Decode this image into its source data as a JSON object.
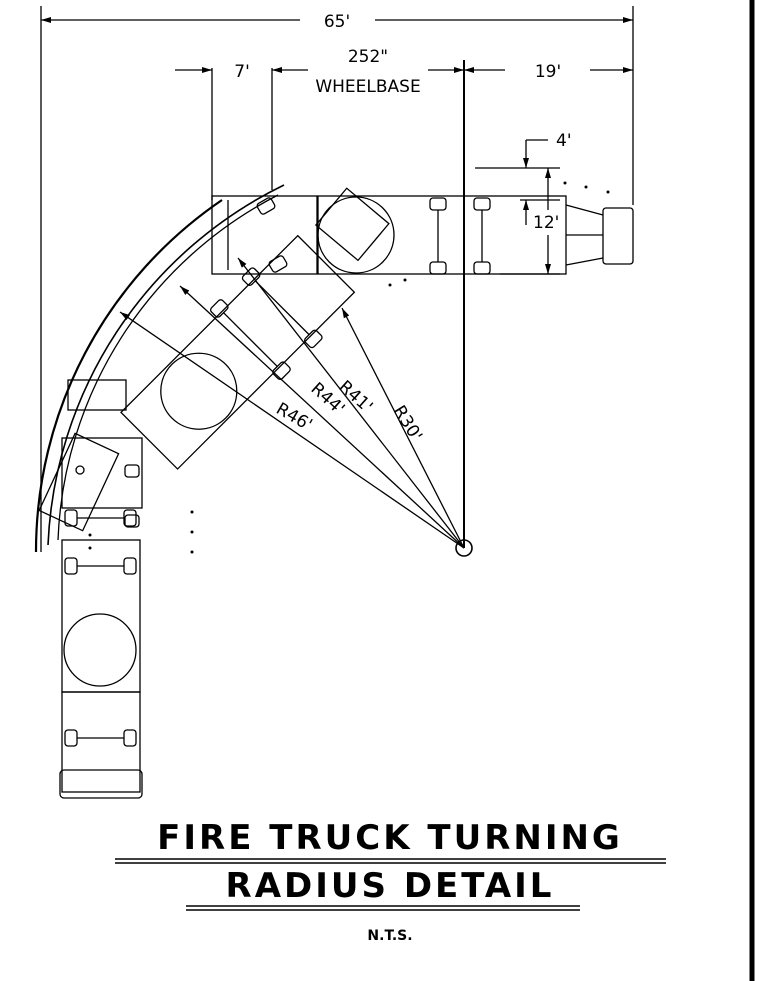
{
  "title": {
    "line1": "FIRE TRUCK TURNING",
    "line2": "RADIUS DETAIL",
    "scale_note": "N.T.S."
  },
  "dimensions": {
    "overall": "65'",
    "front_overhang": "7'",
    "wheelbase_value": "252\"",
    "wheelbase_label": "WHEELBASE",
    "rear_overhang": "19'",
    "offset": "4'",
    "width": "12'"
  },
  "radii": [
    {
      "label": "R30'"
    },
    {
      "label": "R41'"
    },
    {
      "label": "R44'"
    },
    {
      "label": "R46'"
    }
  ]
}
